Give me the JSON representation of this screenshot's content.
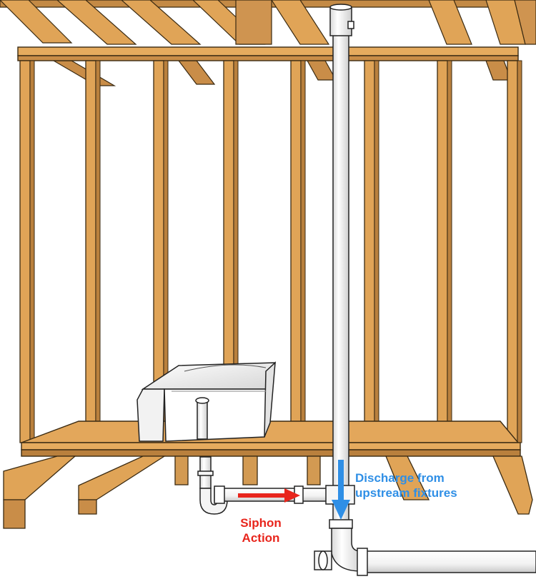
{
  "labels": {
    "siphon_line1": "Siphon",
    "siphon_line2": "Action",
    "discharge_line1": "Discharge from",
    "discharge_line2": "upstream fixtures"
  },
  "colors": {
    "lumber": "#e0a457",
    "lumber_dark": "#b9803d",
    "lumber_shadow": "#9b6a33",
    "pipe": "#ffffff",
    "siphon_arrow": "#e8251c",
    "discharge_arrow": "#2f8fe6"
  },
  "icons": {
    "siphon_arrow": "arrow-right-icon",
    "discharge_arrow": "arrow-down-icon"
  }
}
